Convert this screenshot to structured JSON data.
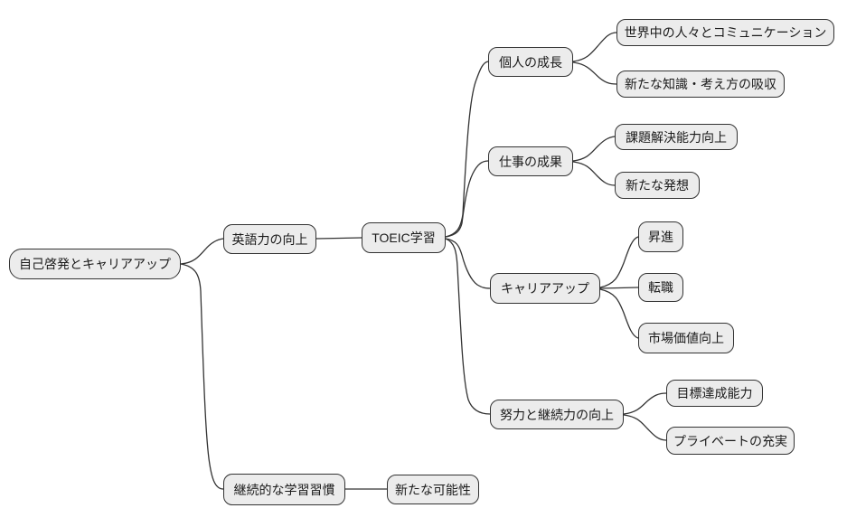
{
  "diagram": {
    "type": "mindmap",
    "orientation": "left-to-right",
    "colors": {
      "background": "#ffffff",
      "node_fill": "#ececec",
      "node_border": "#333333",
      "edge": "#333333",
      "text": "#1a1a1a"
    }
  },
  "mindmap": {
    "root": {
      "label": "自己啓発とキャリアアップ",
      "children": [
        {
          "label": "英語力の向上",
          "children": [
            {
              "label": "TOEIC学習",
              "children": [
                {
                  "label": "個人の成長",
                  "children": [
                    {
                      "label": "世界中の人々とコミュニケーション",
                      "children": []
                    },
                    {
                      "label": "新たな知識・考え方の吸収",
                      "children": []
                    }
                  ]
                },
                {
                  "label": "仕事の成果",
                  "children": [
                    {
                      "label": "課題解決能力向上",
                      "children": []
                    },
                    {
                      "label": "新たな発想",
                      "children": []
                    }
                  ]
                },
                {
                  "label": "キャリアアップ",
                  "children": [
                    {
                      "label": "昇進",
                      "children": []
                    },
                    {
                      "label": "転職",
                      "children": []
                    },
                    {
                      "label": "市場価値向上",
                      "children": []
                    }
                  ]
                },
                {
                  "label": "努力と継続力の向上",
                  "children": [
                    {
                      "label": "目標達成能力",
                      "children": []
                    },
                    {
                      "label": "プライベートの充実",
                      "children": []
                    }
                  ]
                }
              ]
            }
          ]
        },
        {
          "label": "継続的な学習習慣",
          "children": [
            {
              "label": "新たな可能性",
              "children": []
            }
          ]
        }
      ]
    }
  }
}
